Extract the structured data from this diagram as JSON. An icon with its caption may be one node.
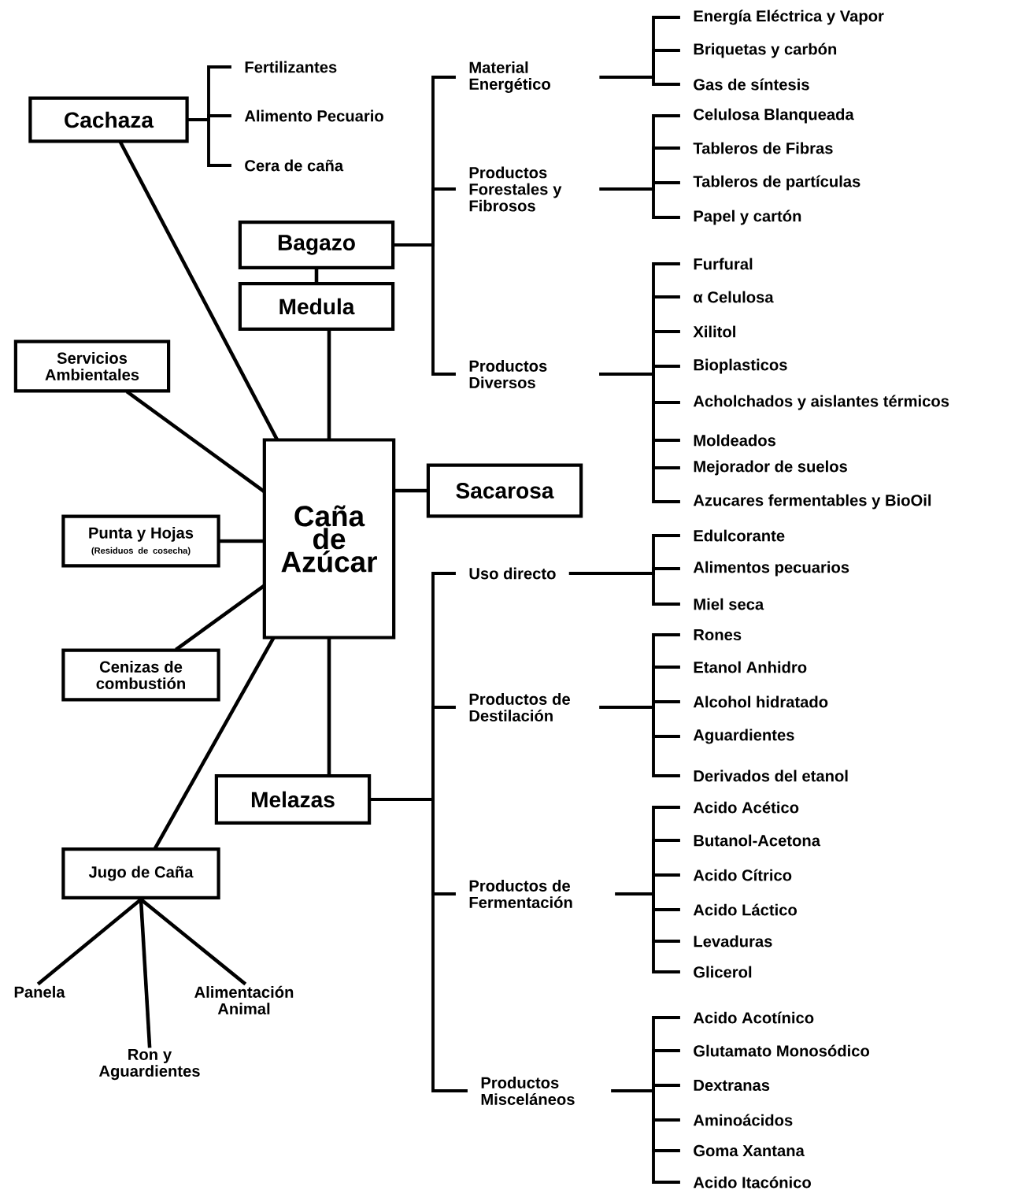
{
  "diagram": {
    "nodes": [
      {
        "text": [
          "Caña de Azúcar"
        ]
      },
      {
        "text": [
          "Cachaza"
        ]
      },
      {
        "text": [
          "Bagazo"
        ]
      },
      {
        "text": [
          "Medula"
        ]
      },
      {
        "text": [
          "Servicios Ambientales"
        ]
      },
      {
        "text": [
          "Sacarosa"
        ]
      },
      {
        "text": [
          "Punta y Hojas",
          "(Residuos de cosecha)"
        ]
      },
      {
        "text": [
          "Cenizas de combustión"
        ]
      },
      {
        "text": [
          "Melazas"
        ]
      },
      {
        "text": [
          "Jugo de Caña"
        ]
      },
      {
        "text": [
          "Fertilizantes"
        ]
      },
      {
        "text": [
          "Alimento Pecuario"
        ]
      },
      {
        "text": [
          "Cera de caña"
        ]
      },
      {
        "text": [
          "Material Energético"
        ]
      },
      {
        "text": [
          "Productos Forestales y Fibrosos"
        ]
      },
      {
        "text": [
          "Productos Diversos"
        ]
      },
      {
        "text": [
          "Energía Eléctrica y Vapor"
        ]
      },
      {
        "text": [
          "Briquetas y carbón"
        ]
      },
      {
        "text": [
          "Gas de síntesis"
        ]
      },
      {
        "text": [
          "Celulosa Blanqueada"
        ]
      },
      {
        "text": [
          "Tableros de Fibras"
        ]
      },
      {
        "text": [
          "Tableros de partículas"
        ]
      },
      {
        "text": [
          "Papel y cartón"
        ]
      },
      {
        "text": [
          "Furfural"
        ]
      },
      {
        "text": [
          "α Celulosa"
        ]
      },
      {
        "text": [
          "Xilitol"
        ]
      },
      {
        "text": [
          "Bioplasticos"
        ]
      },
      {
        "text": [
          "Acholchados y aislantes térmicos"
        ]
      },
      {
        "text": [
          "Moldeados"
        ]
      },
      {
        "text": [
          "Mejorador de suelos"
        ]
      },
      {
        "text": [
          "Azucares fermentables y BioOil"
        ]
      },
      {
        "text": [
          "Uso directo"
        ]
      },
      {
        "text": [
          "Productos de Destilación"
        ]
      },
      {
        "text": [
          "Productos de Fermentación"
        ]
      },
      {
        "text": [
          "Productos Misceláneos"
        ]
      },
      {
        "text": [
          "Edulcorante"
        ]
      },
      {
        "text": [
          "Alimentos pecuarios"
        ]
      },
      {
        "text": [
          "Miel seca"
        ]
      },
      {
        "text": [
          "Rones"
        ]
      },
      {
        "text": [
          "Etanol Anhidro"
        ]
      },
      {
        "text": [
          "Alcohol hidratado"
        ]
      },
      {
        "text": [
          "Aguardientes"
        ]
      },
      {
        "text": [
          "Derivados del etanol"
        ]
      },
      {
        "text": [
          "Acido Acético"
        ]
      },
      {
        "text": [
          "Butanol-Acetona"
        ]
      },
      {
        "text": [
          "Acido Cítrico"
        ]
      },
      {
        "text": [
          "Acido Láctico"
        ]
      },
      {
        "text": [
          "Levaduras"
        ]
      },
      {
        "text": [
          "Glicerol"
        ]
      },
      {
        "text": [
          "Acido Acotínico"
        ]
      },
      {
        "text": [
          "Glutamato Monosódico"
        ]
      },
      {
        "text": [
          "Dextranas"
        ]
      },
      {
        "text": [
          "Aminoácidos"
        ]
      },
      {
        "text": [
          "Goma Xantana"
        ]
      },
      {
        "text": [
          "Acido Itacónico"
        ]
      },
      {
        "text": [
          "Panela"
        ]
      },
      {
        "text": [
          "Ron y Aguardientes"
        ]
      },
      {
        "text": [
          "Alimentación Animal"
        ]
      }
    ],
    "edges": [
      {
        "from": 1,
        "to": 0,
        "arrow": "none"
      },
      {
        "from": 2,
        "to": 3,
        "arrow": "none"
      },
      {
        "from": 3,
        "to": 0,
        "arrow": "none"
      },
      {
        "from": 4,
        "to": 0,
        "arrow": "none"
      },
      {
        "from": 0,
        "to": 5,
        "arrow": "none"
      },
      {
        "from": 6,
        "to": 0,
        "arrow": "none"
      },
      {
        "from": 7,
        "to": 0,
        "arrow": "none"
      },
      {
        "from": 0,
        "to": 8,
        "arrow": "none"
      },
      {
        "from": 9,
        "to": 0,
        "arrow": "none"
      },
      {
        "from": 1,
        "to": 10,
        "arrow": "none"
      },
      {
        "from": 1,
        "to": 11,
        "arrow": "none"
      },
      {
        "from": 1,
        "to": 12,
        "arrow": "none"
      },
      {
        "from": 2,
        "to": 13,
        "arrow": "none"
      },
      {
        "from": 2,
        "to": 14,
        "arrow": "none"
      },
      {
        "from": 2,
        "to": 15,
        "arrow": "none"
      },
      {
        "from": 13,
        "to": 16,
        "arrow": "none"
      },
      {
        "from": 13,
        "to": 17,
        "arrow": "none"
      },
      {
        "from": 13,
        "to": 18,
        "arrow": "none"
      },
      {
        "from": 14,
        "to": 19,
        "arrow": "none"
      },
      {
        "from": 14,
        "to": 20,
        "arrow": "none"
      },
      {
        "from": 14,
        "to": 21,
        "arrow": "none"
      },
      {
        "from": 14,
        "to": 22,
        "arrow": "none"
      },
      {
        "from": 15,
        "to": 23,
        "arrow": "none"
      },
      {
        "from": 15,
        "to": 24,
        "arrow": "none"
      },
      {
        "from": 15,
        "to": 25,
        "arrow": "none"
      },
      {
        "from": 15,
        "to": 26,
        "arrow": "none"
      },
      {
        "from": 15,
        "to": 27,
        "arrow": "none"
      },
      {
        "from": 15,
        "to": 28,
        "arrow": "none"
      },
      {
        "from": 15,
        "to": 29,
        "arrow": "none"
      },
      {
        "from": 15,
        "to": 30,
        "arrow": "none"
      },
      {
        "from": 8,
        "to": 31,
        "arrow": "none"
      },
      {
        "from": 8,
        "to": 32,
        "arrow": "none"
      },
      {
        "from": 8,
        "to": 33,
        "arrow": "none"
      },
      {
        "from": 8,
        "to": 34,
        "arrow": "none"
      },
      {
        "from": 31,
        "to": 35,
        "arrow": "none"
      },
      {
        "from": 31,
        "to": 36,
        "arrow": "none"
      },
      {
        "from": 31,
        "to": 37,
        "arrow": "none"
      },
      {
        "from": 32,
        "to": 38,
        "arrow": "none"
      },
      {
        "from": 32,
        "to": 39,
        "arrow": "none"
      },
      {
        "from": 32,
        "to": 40,
        "arrow": "none"
      },
      {
        "from": 32,
        "to": 41,
        "arrow": "none"
      },
      {
        "from": 32,
        "to": 42,
        "arrow": "none"
      },
      {
        "from": 33,
        "to": 43,
        "arrow": "none"
      },
      {
        "from": 33,
        "to": 44,
        "arrow": "none"
      },
      {
        "from": 33,
        "to": 45,
        "arrow": "none"
      },
      {
        "from": 33,
        "to": 46,
        "arrow": "none"
      },
      {
        "from": 33,
        "to": 47,
        "arrow": "none"
      },
      {
        "from": 33,
        "to": 48,
        "arrow": "none"
      },
      {
        "from": 34,
        "to": 49,
        "arrow": "none"
      },
      {
        "from": 34,
        "to": 50,
        "arrow": "none"
      },
      {
        "from": 34,
        "to": 51,
        "arrow": "none"
      },
      {
        "from": 34,
        "to": 52,
        "arrow": "none"
      },
      {
        "from": 34,
        "to": 53,
        "arrow": "none"
      },
      {
        "from": 34,
        "to": 54,
        "arrow": "none"
      },
      {
        "from": 9,
        "to": 55,
        "arrow": "none"
      },
      {
        "from": 9,
        "to": 56,
        "arrow": "none"
      },
      {
        "from": 9,
        "to": 57,
        "arrow": "none"
      }
    ]
  }
}
